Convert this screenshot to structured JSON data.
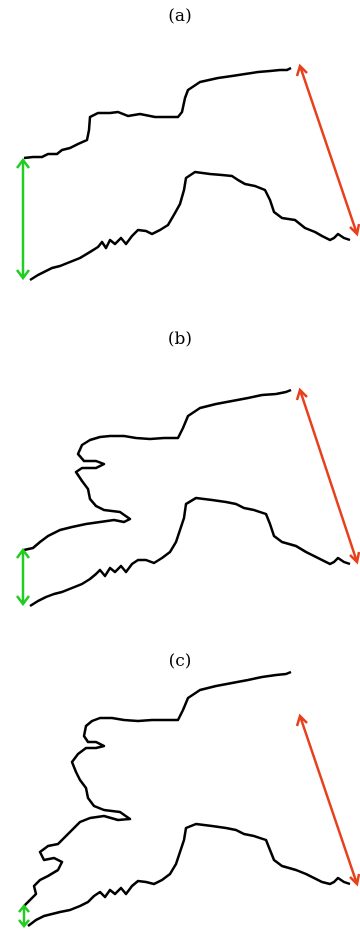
{
  "panels": [
    {
      "label": "(a)"
    },
    {
      "label": "(b)"
    },
    {
      "label": "(c)"
    }
  ],
  "colors": {
    "curve": "#000000",
    "left_arrow": "#22cc22",
    "right_arrow": "#e8401c"
  }
}
